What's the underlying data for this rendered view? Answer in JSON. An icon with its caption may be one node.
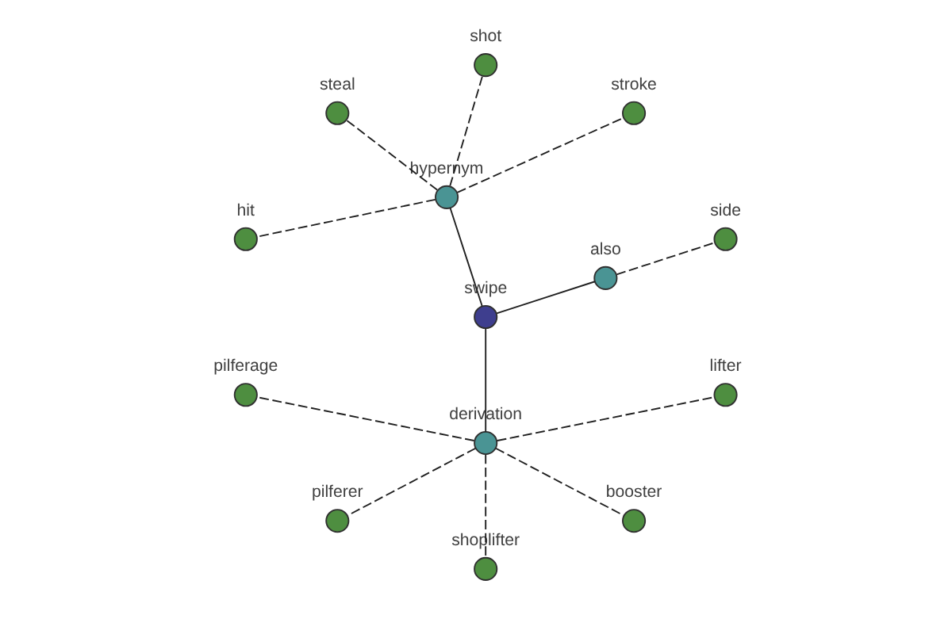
{
  "diagram": {
    "nodes": [
      {
        "text": [
          "side"
        ]
      },
      {
        "text": [
          "also"
        ]
      },
      {
        "text": [
          "swipe"
        ]
      },
      {
        "text": [
          "stroke"
        ]
      },
      {
        "text": [
          "hypernym"
        ]
      },
      {
        "text": [
          "pilferage"
        ]
      },
      {
        "text": [
          "derivation"
        ]
      },
      {
        "text": [
          "pilferer"
        ]
      },
      {
        "text": [
          "shot"
        ]
      },
      {
        "text": [
          "steal"
        ]
      },
      {
        "text": [
          "shoplifter"
        ]
      },
      {
        "text": [
          "booster"
        ]
      },
      {
        "text": [
          "lifter"
        ]
      },
      {
        "text": [
          "hit"
        ]
      }
    ],
    "edges": [
      {
        "from": 1,
        "to": 0,
        "arrow": "none",
        "style": "dashed"
      },
      {
        "from": 2,
        "to": 1,
        "arrow": "none"
      },
      {
        "from": 2,
        "to": 6,
        "arrow": "none"
      },
      {
        "from": 2,
        "to": 4,
        "arrow": "none"
      },
      {
        "from": 4,
        "to": 3,
        "arrow": "none",
        "style": "dashed"
      },
      {
        "from": 6,
        "to": 5,
        "arrow": "none",
        "style": "dashed"
      },
      {
        "from": 6,
        "to": 7,
        "arrow": "none",
        "style": "dashed"
      },
      {
        "from": 4,
        "to": 8,
        "arrow": "none",
        "style": "dashed"
      },
      {
        "from": 4,
        "to": 9,
        "arrow": "none",
        "style": "dashed"
      },
      {
        "from": 6,
        "to": 10,
        "arrow": "none",
        "style": "dashed"
      },
      {
        "from": 6,
        "to": 11,
        "arrow": "none",
        "style": "dashed"
      },
      {
        "from": 6,
        "to": 12,
        "arrow": "none",
        "style": "dashed"
      },
      {
        "from": 4,
        "to": 13,
        "arrow": "none",
        "style": "dashed"
      }
    ]
  }
}
